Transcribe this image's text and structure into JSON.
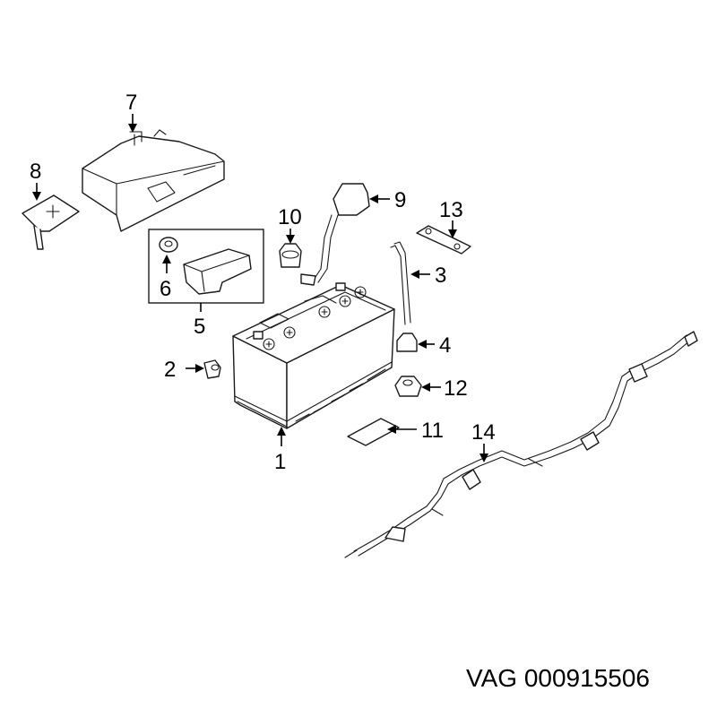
{
  "diagram": {
    "callouts": [
      "1",
      "2",
      "3",
      "4",
      "5",
      "6",
      "7",
      "8",
      "9",
      "10",
      "11",
      "12",
      "13",
      "14"
    ]
  },
  "caption": {
    "part_number": "VAG 000915506"
  }
}
